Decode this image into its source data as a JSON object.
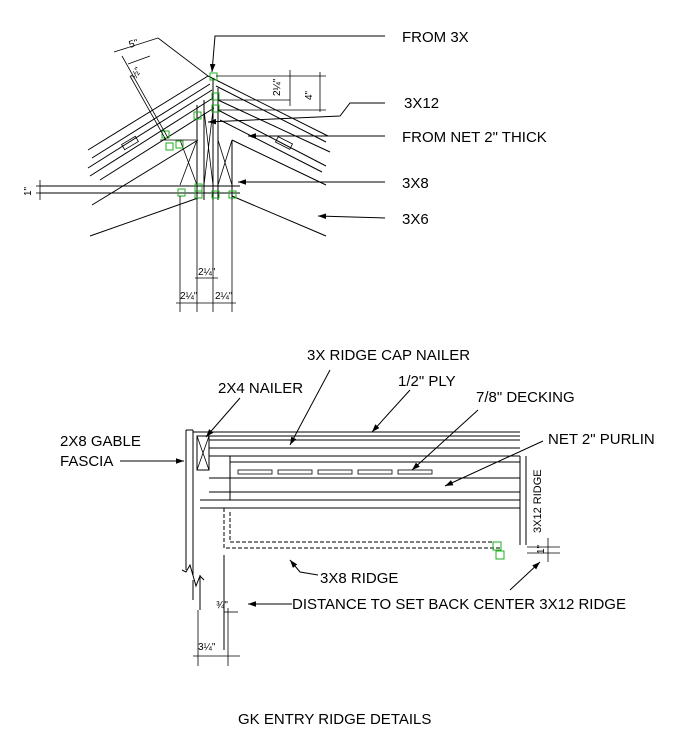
{
  "title": "GK ENTRY RIDGE DETAILS",
  "top_detail": {
    "labels": {
      "from_3x": "FROM 3X",
      "ridge_3x12": "3X12",
      "from_net_2": "FROM NET 2\" THICK",
      "beam_3x8": "3X8",
      "beam_3x6": "3X6"
    },
    "dimensions": {
      "d_5": "5\"",
      "d_half": "½\"",
      "d_2_1_4": "2¼\"",
      "d_4": "4\"",
      "d_1": "1\"",
      "d_2_1_4_mid": "2¼\"",
      "d_2_1_4_left": "2¼\"",
      "d_2_1_4_right": "2¼\""
    }
  },
  "bottom_detail": {
    "labels": {
      "ridge_cap_nailer": "3X RIDGE CAP NAILER",
      "nailer_2x4": "2X4 NAILER",
      "ply": "1/2\" PLY",
      "decking": "7/8\" DECKING",
      "gable_fascia_line1": "2X8 GABLE",
      "gable_fascia_line2": "FASCIA",
      "net_purlin": "NET 2\" PURLIN",
      "ridge_3x12_vertical": "3X12 RIDGE",
      "ridge_3x8": "3X8 RIDGE",
      "set_back": "DISTANCE TO SET BACK CENTER 3X12 RIDGE"
    },
    "dimensions": {
      "d_1": "1\"",
      "d_3_4": "¾\"",
      "d_3_1_4": "3¼\""
    }
  },
  "colors": {
    "line": "#000000",
    "connector": "#1fae1f",
    "background": "#ffffff"
  }
}
